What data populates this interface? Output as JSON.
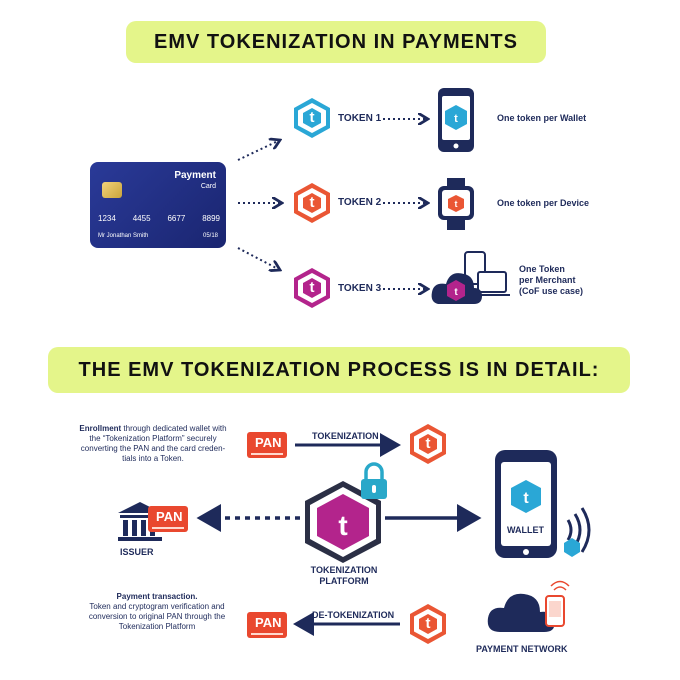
{
  "title1": "EMV TOKENIZATION IN PAYMENTS",
  "title2": "THE EMV TOKENIZATION PROCESS IS IN DETAIL:",
  "card": {
    "label_line1": "Payment",
    "label_line2": "Card",
    "number": [
      "1234",
      "4455",
      "6677",
      "8899"
    ],
    "holder": "Mr Jonathan Smith",
    "expiry": "05/18"
  },
  "tokens": [
    {
      "label": "TOKEN 1",
      "letter": "t",
      "color": "#2aa7d6",
      "desc": "One token per Wallet"
    },
    {
      "label": "TOKEN 2",
      "letter": "t",
      "color": "#ea5634",
      "desc": "One token per Device"
    },
    {
      "label": "TOKEN 3",
      "letter": "t",
      "color": "#b3248c",
      "desc_line1": "One Token",
      "desc_line2": "per Merchant",
      "desc_line3": "(CoF use case)"
    }
  ],
  "process": {
    "enrollment_bold": "Enrollment",
    "enrollment_text": " through dedicated wallet with the “Tokenization Platform” securely converting the PAN and the card creden-tials into a Token.",
    "pan": "PAN",
    "tokenization_label": "TOKENIZATION",
    "detokenization_label": "DE-TOKENIZATION",
    "issuer_label": "ISSUER",
    "platform_label_line1": "TOKENIZATION",
    "platform_label_line2": "PLATFORM",
    "wallet_label": "WALLET",
    "payment_bold": "Payment transaction.",
    "payment_text": "Token and cryptogram verification and conversion to original PAN through the Tokenization Platform",
    "network_label": "PAYMENT NETWORK"
  },
  "colors": {
    "navy": "#1e2a5a",
    "banner": "#e4f58a",
    "pan_red": "#e9482f",
    "token_blue": "#2aa7d6",
    "token_orange": "#ea5634",
    "token_purple": "#b3248c",
    "lock_teal": "#29a8c9"
  },
  "icons": [
    "smartphone-icon",
    "smartwatch-icon",
    "cloud-devices-icon",
    "bank-icon",
    "lock-icon",
    "nfc-icon",
    "cloud-icon",
    "mobile-payment-icon"
  ]
}
